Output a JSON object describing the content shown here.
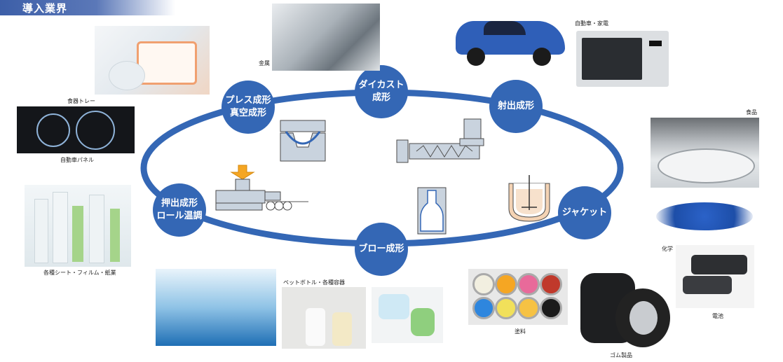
{
  "header": {
    "title": "導入業界"
  },
  "process_nodes": {
    "press": "プレス成形\n真空成形",
    "die_cast": "ダイカスト\n成形",
    "injection": "射出成形",
    "jacket": "ジャケット",
    "blow": "ブロー成形",
    "extrusion": "押出成形\nロール温調"
  },
  "industries": {
    "metal": "金属",
    "automotive_appliance": "自動車・家電",
    "food": "食品",
    "chemical": "化学",
    "battery": "電池",
    "rubber": "ゴム製品",
    "paint": "塗料",
    "pet_bottles": "ペットボトル・各種容器",
    "sheets_films": "各種シート・フィルム・紙業",
    "auto_panel": "自動車パネル",
    "food_tray": "食器トレー"
  },
  "colors": {
    "accent": "#3467b5",
    "header": "#3d5fa8"
  }
}
